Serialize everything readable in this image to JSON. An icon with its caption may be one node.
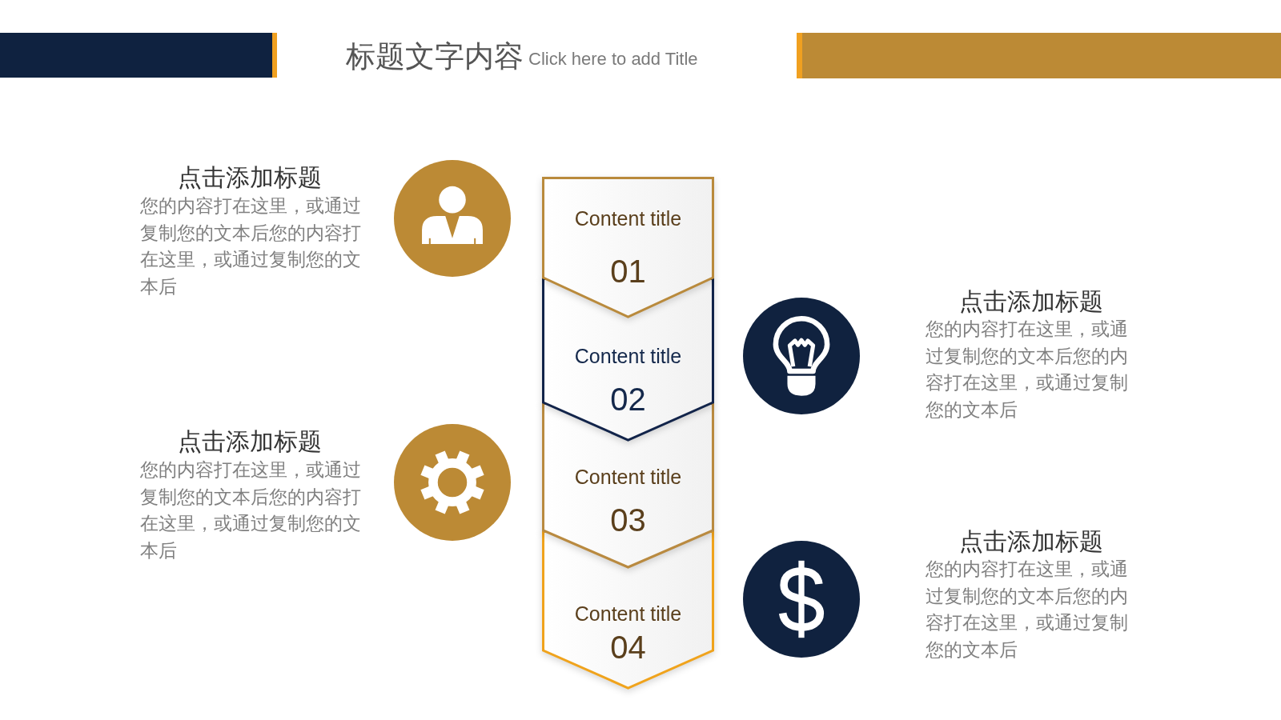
{
  "diagram": {
    "title": "标题文字内容",
    "nodes": [
      {
        "text": [],
        "shape": "circle",
        "beside": [
          "点击添加标题",
          "您的内容打在这里，或通过复制您的文本后您的内容打在这里，或通过复制您的文本后"
        ]
      },
      {
        "text": [],
        "shape": "circle",
        "beside": [
          "点击添加标题",
          "您的内容打在这里，或通过复制您的文本后您的内容打在这里，或通过复制您的文本后"
        ]
      },
      {
        "text": [
          "Content title",
          "01"
        ]
      },
      {
        "text": [
          "Content title",
          "02"
        ]
      },
      {
        "text": [
          "Content title",
          "03"
        ]
      },
      {
        "text": [
          "Content title",
          "04"
        ]
      },
      {
        "text": [],
        "shape": "circle",
        "beside": [
          "点击添加标题",
          "您的内容打在这里，或通过复制您的文本后您的内容打在这里，或通过复制您的文本后"
        ]
      },
      {
        "text": [],
        "shape": "circle",
        "beside": [
          "点击添加标题",
          "您的内容打在这里，或通过复制您的文本后您的内容打在这里，或通过复制您的文本后"
        ]
      }
    ],
    "labels": [
      "Click here to add Title"
    ]
  }
}
